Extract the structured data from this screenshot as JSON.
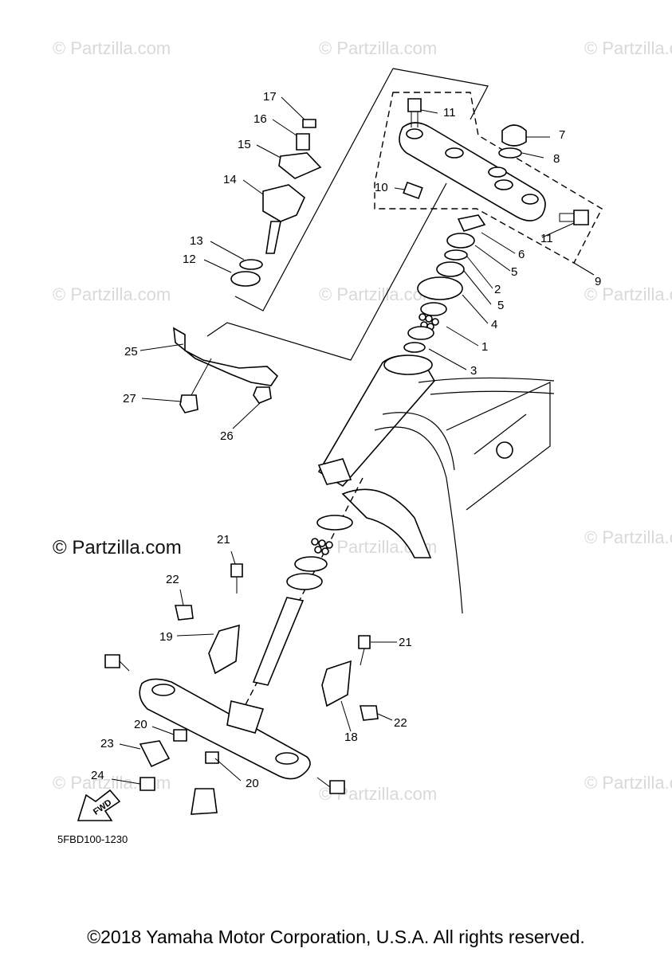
{
  "watermark": "© Partzilla.com",
  "main_watermark": "© Partzilla.com",
  "callouts": {
    "c1": "1",
    "c2": "2",
    "c3": "3",
    "c4": "4",
    "c5a": "5",
    "c5b": "5",
    "c6": "6",
    "c7": "7",
    "c8": "8",
    "c9": "9",
    "c10": "10",
    "c11a": "11",
    "c11b": "11",
    "c12": "12",
    "c13": "13",
    "c14": "14",
    "c15": "15",
    "c16": "16",
    "c17": "17",
    "c18": "18",
    "c19": "19",
    "c20a": "20",
    "c20b": "20",
    "c21a": "21",
    "c21b": "21",
    "c22a": "22",
    "c22b": "22",
    "c23": "23",
    "c24": "24",
    "c25": "25",
    "c26": "26",
    "c27": "27"
  },
  "fwd_label": "FWD",
  "diagram_code": "5FBD100-1230",
  "copyright": "©2018 Yamaha Motor Corporation, U.S.A. All rights reserved."
}
